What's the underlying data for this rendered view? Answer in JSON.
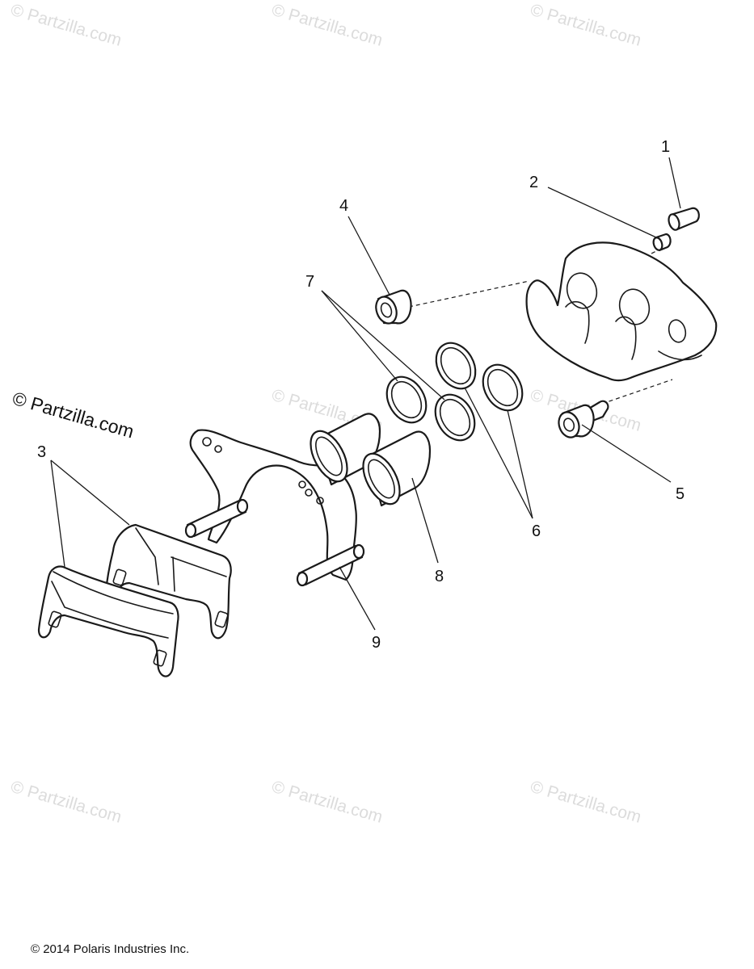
{
  "watermarks": {
    "brand": "© Partzilla.com",
    "tiles": [
      "© Partzilla.com",
      "© Partzilla.com",
      "© Partzilla.com",
      "© Partzilla.com",
      "© Partzilla.com",
      "© Partzilla.com",
      "© Partzilla.com",
      "© Partzilla.com",
      "© Partzilla.com"
    ]
  },
  "callouts": [
    "1",
    "2",
    "3",
    "4",
    "5",
    "6",
    "7",
    "8",
    "9"
  ],
  "copyright": "© 2014 Polaris Industries Inc."
}
